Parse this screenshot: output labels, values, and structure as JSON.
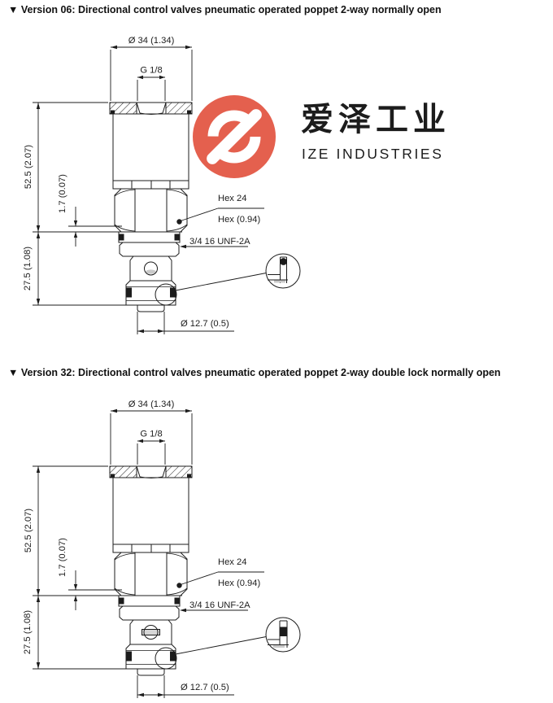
{
  "sections": [
    {
      "id": "version-06",
      "title": "▼ Version 06: Directional control valves pneumatic operated poppet 2-way normally open"
    },
    {
      "id": "version-32",
      "title": "▼ Version 32: Directional control valves pneumatic operated poppet 2-way double lock normally open"
    }
  ],
  "dimensions": {
    "top_diameter": "Ø 34 (1.34)",
    "port_thread": "G 1/8",
    "overall_height": "52.5 (2.07)",
    "shoulder_height": "1.7 (0.07)",
    "hex_size": "Hex 24",
    "hex_size_inch": "Hex (0.94)",
    "mounting_thread": "3/4 16 UNF-2A",
    "cartridge_height": "27.5 (1.08)",
    "nose_diameter": "Ø 12.7 (0.5)"
  },
  "watermark": {
    "company_cn": "爱泽工业",
    "company_en": "IZE INDUSTRIES",
    "logo_color": "#e4604e",
    "text_color_cn": "#d14434",
    "text_color_en": "#9a9a9a"
  },
  "colors": {
    "line": "#1c1c1c",
    "background": "#ffffff"
  }
}
